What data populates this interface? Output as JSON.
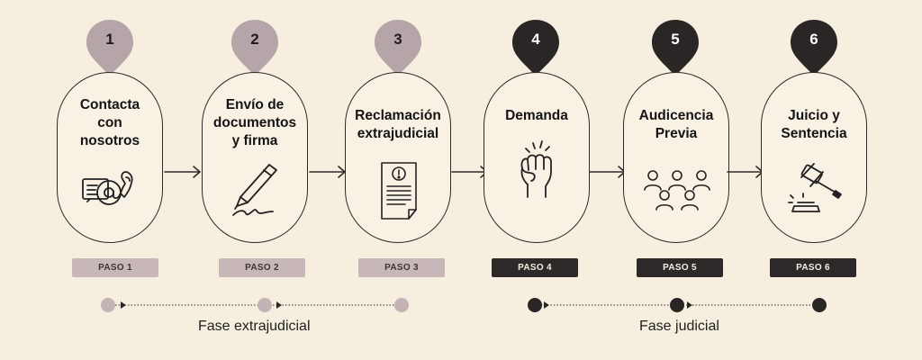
{
  "steps": [
    {
      "number": "1",
      "title": "Contacta\ncon\nnosotros",
      "paso": "PASO 1",
      "icon": "contact-at-phone-icon",
      "dark": false
    },
    {
      "number": "2",
      "title": "Envío de\ndocumentos\ny firma",
      "paso": "PASO 2",
      "icon": "pen-signature-icon",
      "dark": false
    },
    {
      "number": "3",
      "title": "Reclamación\nextrajudicial",
      "paso": "PASO 3",
      "icon": "document-alert-icon",
      "dark": false
    },
    {
      "number": "4",
      "title": "Demanda",
      "paso": "PASO 4",
      "icon": "raised-fist-icon",
      "dark": true
    },
    {
      "number": "5",
      "title": "Audicencia\nPrevia",
      "paso": "PASO 5",
      "icon": "audience-group-icon",
      "dark": true
    },
    {
      "number": "6",
      "title": "Juicio y\nSentencia",
      "paso": "PASO 6",
      "icon": "gavel-icon",
      "dark": true
    }
  ],
  "phases": {
    "extrajudicial": "Fase extrajudicial",
    "judicial": "Fase judicial"
  },
  "colors": {
    "light_badge": "#b5a5a8",
    "dark_badge": "#2b2626",
    "light_dot": "#c3b3b6",
    "dark_dot": "#2b2626"
  }
}
